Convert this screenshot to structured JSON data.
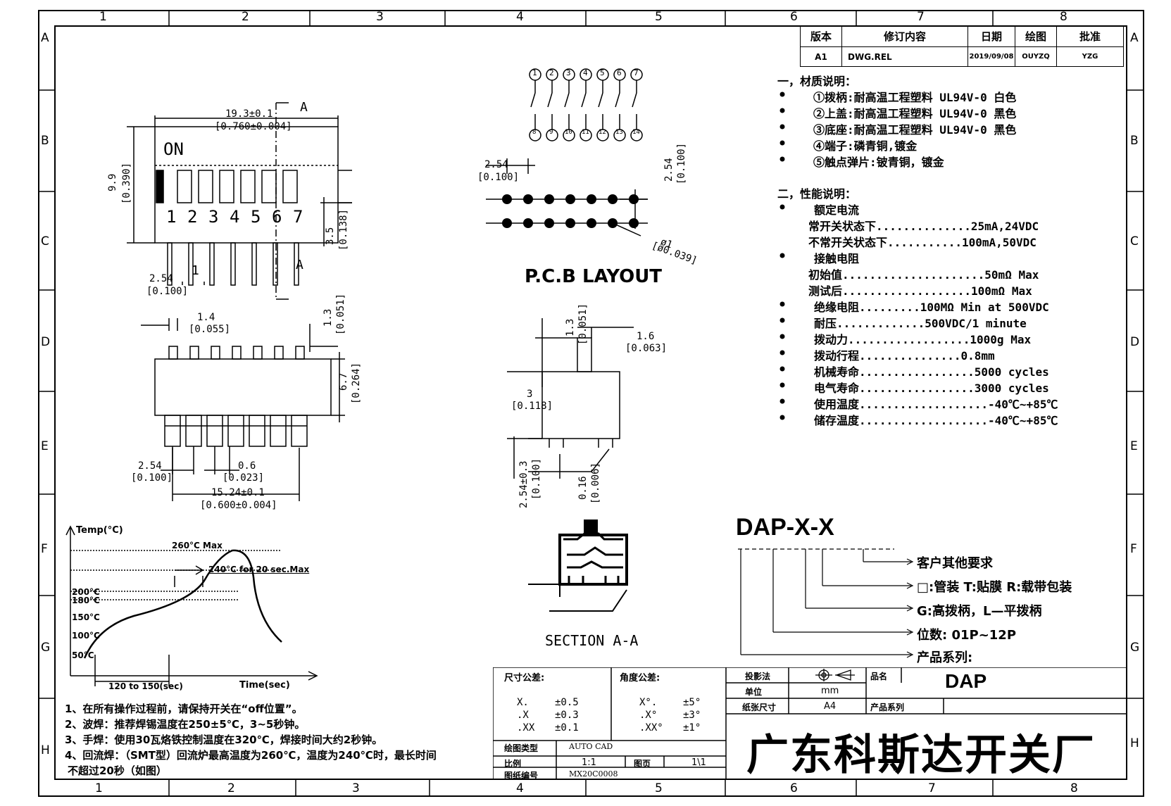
{
  "border": {
    "cols_top": [
      "1",
      "2",
      "3",
      "4",
      "5",
      "6",
      "7",
      "8"
    ],
    "cols_bottom": [
      "1",
      "2",
      "3",
      "4",
      "5",
      "6",
      "7",
      "8"
    ],
    "rows": [
      "A",
      "B",
      "C",
      "D",
      "E",
      "F",
      "G",
      "H"
    ]
  },
  "revision_table": {
    "headers": [
      "版本",
      "修订内容",
      "日期",
      "绘图",
      "批准"
    ],
    "row": [
      "A1",
      "DWG.REL",
      "2019/09/08",
      "OUYZQ",
      "YZG"
    ]
  },
  "materials": {
    "heading": "一，材质说明：",
    "items": [
      "①拨柄:耐高温工程塑料 UL94V-0 白色",
      "②上盖:耐高温工程塑料 UL94V-0 黑色",
      "③底座:耐高温工程塑料 UL94V-0 黑色",
      "④端子:磷青铜,镀金",
      "⑤触点弹片:铍青铜，镀金"
    ]
  },
  "performance": {
    "heading": "二，性能说明：",
    "rated_current": "额定电流",
    "nc_line": "常开关状态下..............25mA,24VDC",
    "nnc_line": "不常开关状态下...........100mA,50VDC",
    "contact_resistance": "接触电阻",
    "initial_line": "初始值.....................50mΩ Max",
    "after_test_line": "测试后...................100mΩ Max",
    "insulation_line": "绝缘电阻.........100MΩ Min at 500VDC",
    "withstand_line": "耐压.............500VDC/1 minute",
    "force_line": "拨动力..................1000g Max",
    "travel_line": "拨动行程...............0.8mm",
    "mech_life_line": "机械寿命.................5000 cycles",
    "elec_life_line": "电气寿命.................3000 cycles",
    "op_temp_line": "使用温度...................-40℃~+85℃",
    "storage_temp_line": "储存温度...................-40℃~+85℃"
  },
  "top_view": {
    "on_label": "ON",
    "positions": [
      "1",
      "2",
      "3",
      "4",
      "5",
      "6",
      "7"
    ],
    "dims": {
      "width": "19.3±0.1",
      "width_in": "[0.760±0.004]",
      "height": "9.9",
      "height_in": "[0.390]",
      "pin_len": "3.5",
      "pin_len_in": "[0.138]",
      "pitch": "2.54",
      "pitch_in": "[0.100]",
      "section_mark_top": "A",
      "section_mark_bottom": "A"
    }
  },
  "side_view": {
    "dims": {
      "knob": "1.4",
      "knob_in": "[0.055]",
      "knob_h": "1.3",
      "knob_h_in": "[0.051]",
      "body_h": "6.7",
      "body_h_in": "[0.264]",
      "pitch": "2.54",
      "pitch_in": "[0.100]",
      "pin_w": "0.6",
      "pin_w_in": "[0.023]",
      "span": "15.24±0.1",
      "span_in": "[0.600±0.004]"
    }
  },
  "pcb": {
    "title": "P.C.B LAYOUT",
    "top_pins": [
      "1",
      "2",
      "3",
      "4",
      "5",
      "6",
      "7"
    ],
    "bottom_pins": [
      "8",
      "9",
      "10",
      "11",
      "12",
      "13",
      "14"
    ],
    "dims": {
      "pitch": "2.54",
      "pitch_in": "[0.100]",
      "row": "2.54",
      "row_in": "[0.100]",
      "hole": "ø1",
      "hole_in": "[ø0.039]"
    }
  },
  "section": {
    "title": "SECTION A-A",
    "dims": {
      "knob_h": "1.3",
      "knob_h_in": "[0.051]",
      "knob_w": "1.6",
      "knob_w_in": "[0.063]",
      "body": "3",
      "body_in": "[0.118]",
      "pin": "2.54±0.3",
      "pin_in": "[0.100]",
      "thick": "0.16",
      "thick_in": "[0.006]"
    }
  },
  "reflow": {
    "y_axis": "Temp(°C)",
    "x_axis": "Time(sec)",
    "peak": "260°C Max",
    "hold": "240°C for 20 sec.Max",
    "temps": [
      "200°C",
      "180°C",
      "150°C",
      "100°C",
      "50°C"
    ],
    "duration": "120 to 150(sec)"
  },
  "notes": [
    "1、在所有操作过程前，请保持开关在“off位置”。",
    "2、波焊：推荐焊锡温度在250±5℃，3~5秒钟。",
    "3、手焊：使用30瓦烙铁控制温度在320℃，焊接时间大约2秒钟。",
    "4、回流焊：（SMT型）回流炉最高温度为260℃，温度为240℃时，最长时间",
    "不超过20秒（如图）"
  ],
  "part_number": {
    "code": "DAP-X-X",
    "legend": [
      "客户其他要求",
      "□:管装  T:贴膜   R:载带包装",
      "G:高拨柄，L—平拨柄",
      "位数: 01P~12P",
      "产品系列:"
    ]
  },
  "title_block": {
    "tol_dim_label": "尺寸公差:",
    "tol_dim": [
      [
        "X.",
        "±0.5"
      ],
      [
        ".X",
        "±0.3"
      ],
      [
        ".XX",
        "±0.1"
      ]
    ],
    "tol_ang_label": "角度公差:",
    "tol_ang": [
      [
        "X°.",
        "±5°"
      ],
      [
        ".X°",
        "±3°"
      ],
      [
        ".XX°",
        "±1°"
      ]
    ],
    "projection_label": "投影法",
    "unit_label": "单位",
    "unit_value": "mm",
    "paper_label": "纸张尺寸",
    "paper_value": "A4",
    "product_name_label": "品名",
    "product_name": "DAP",
    "series_label": "产品系列",
    "software_label": "绘图类型",
    "software_value": "AUTO CAD",
    "scale_label": "比例",
    "scale_value": "1:1",
    "page_label": "图页",
    "page_value": "1\\1",
    "drawing_no_label": "图纸编号",
    "drawing_no": "MX20C0008",
    "company": "广东科斯达开关厂"
  }
}
